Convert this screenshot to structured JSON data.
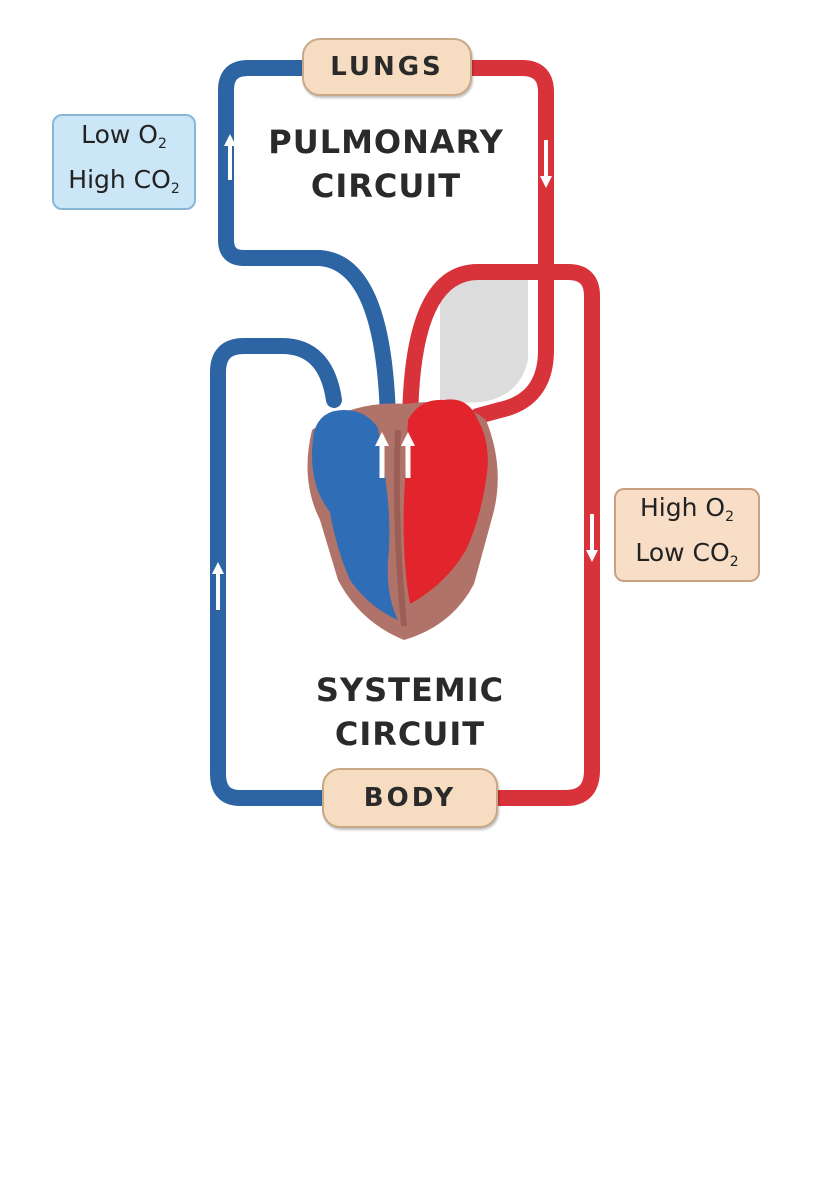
{
  "labels": {
    "lungs": "LUNGS",
    "body": "BODY"
  },
  "circuits": {
    "pulmonary_line1": "PULMONARY",
    "pulmonary_line2": "CIRCUIT",
    "systemic_line1": "SYSTEMIC",
    "systemic_line2": "CIRCUIT"
  },
  "gas_left": {
    "line1_text": "Low O",
    "line1_sub": "2",
    "line2_text": "High CO",
    "line2_sub": "2"
  },
  "gas_right": {
    "line1_text": "High O",
    "line1_sub": "2",
    "line2_text": "Low CO",
    "line2_sub": "2"
  },
  "colors": {
    "deoxygenated": "#2d64a3",
    "oxygenated": "#d8323a",
    "heart_muscle": "#b0736a",
    "heart_right_chamber": "#2f6db6",
    "heart_left_chamber": "#e2242c",
    "label_fill": "#f6dcc0",
    "low_o2_fill": "#cbe6f7",
    "high_o2_fill": "#f8ddc7"
  }
}
